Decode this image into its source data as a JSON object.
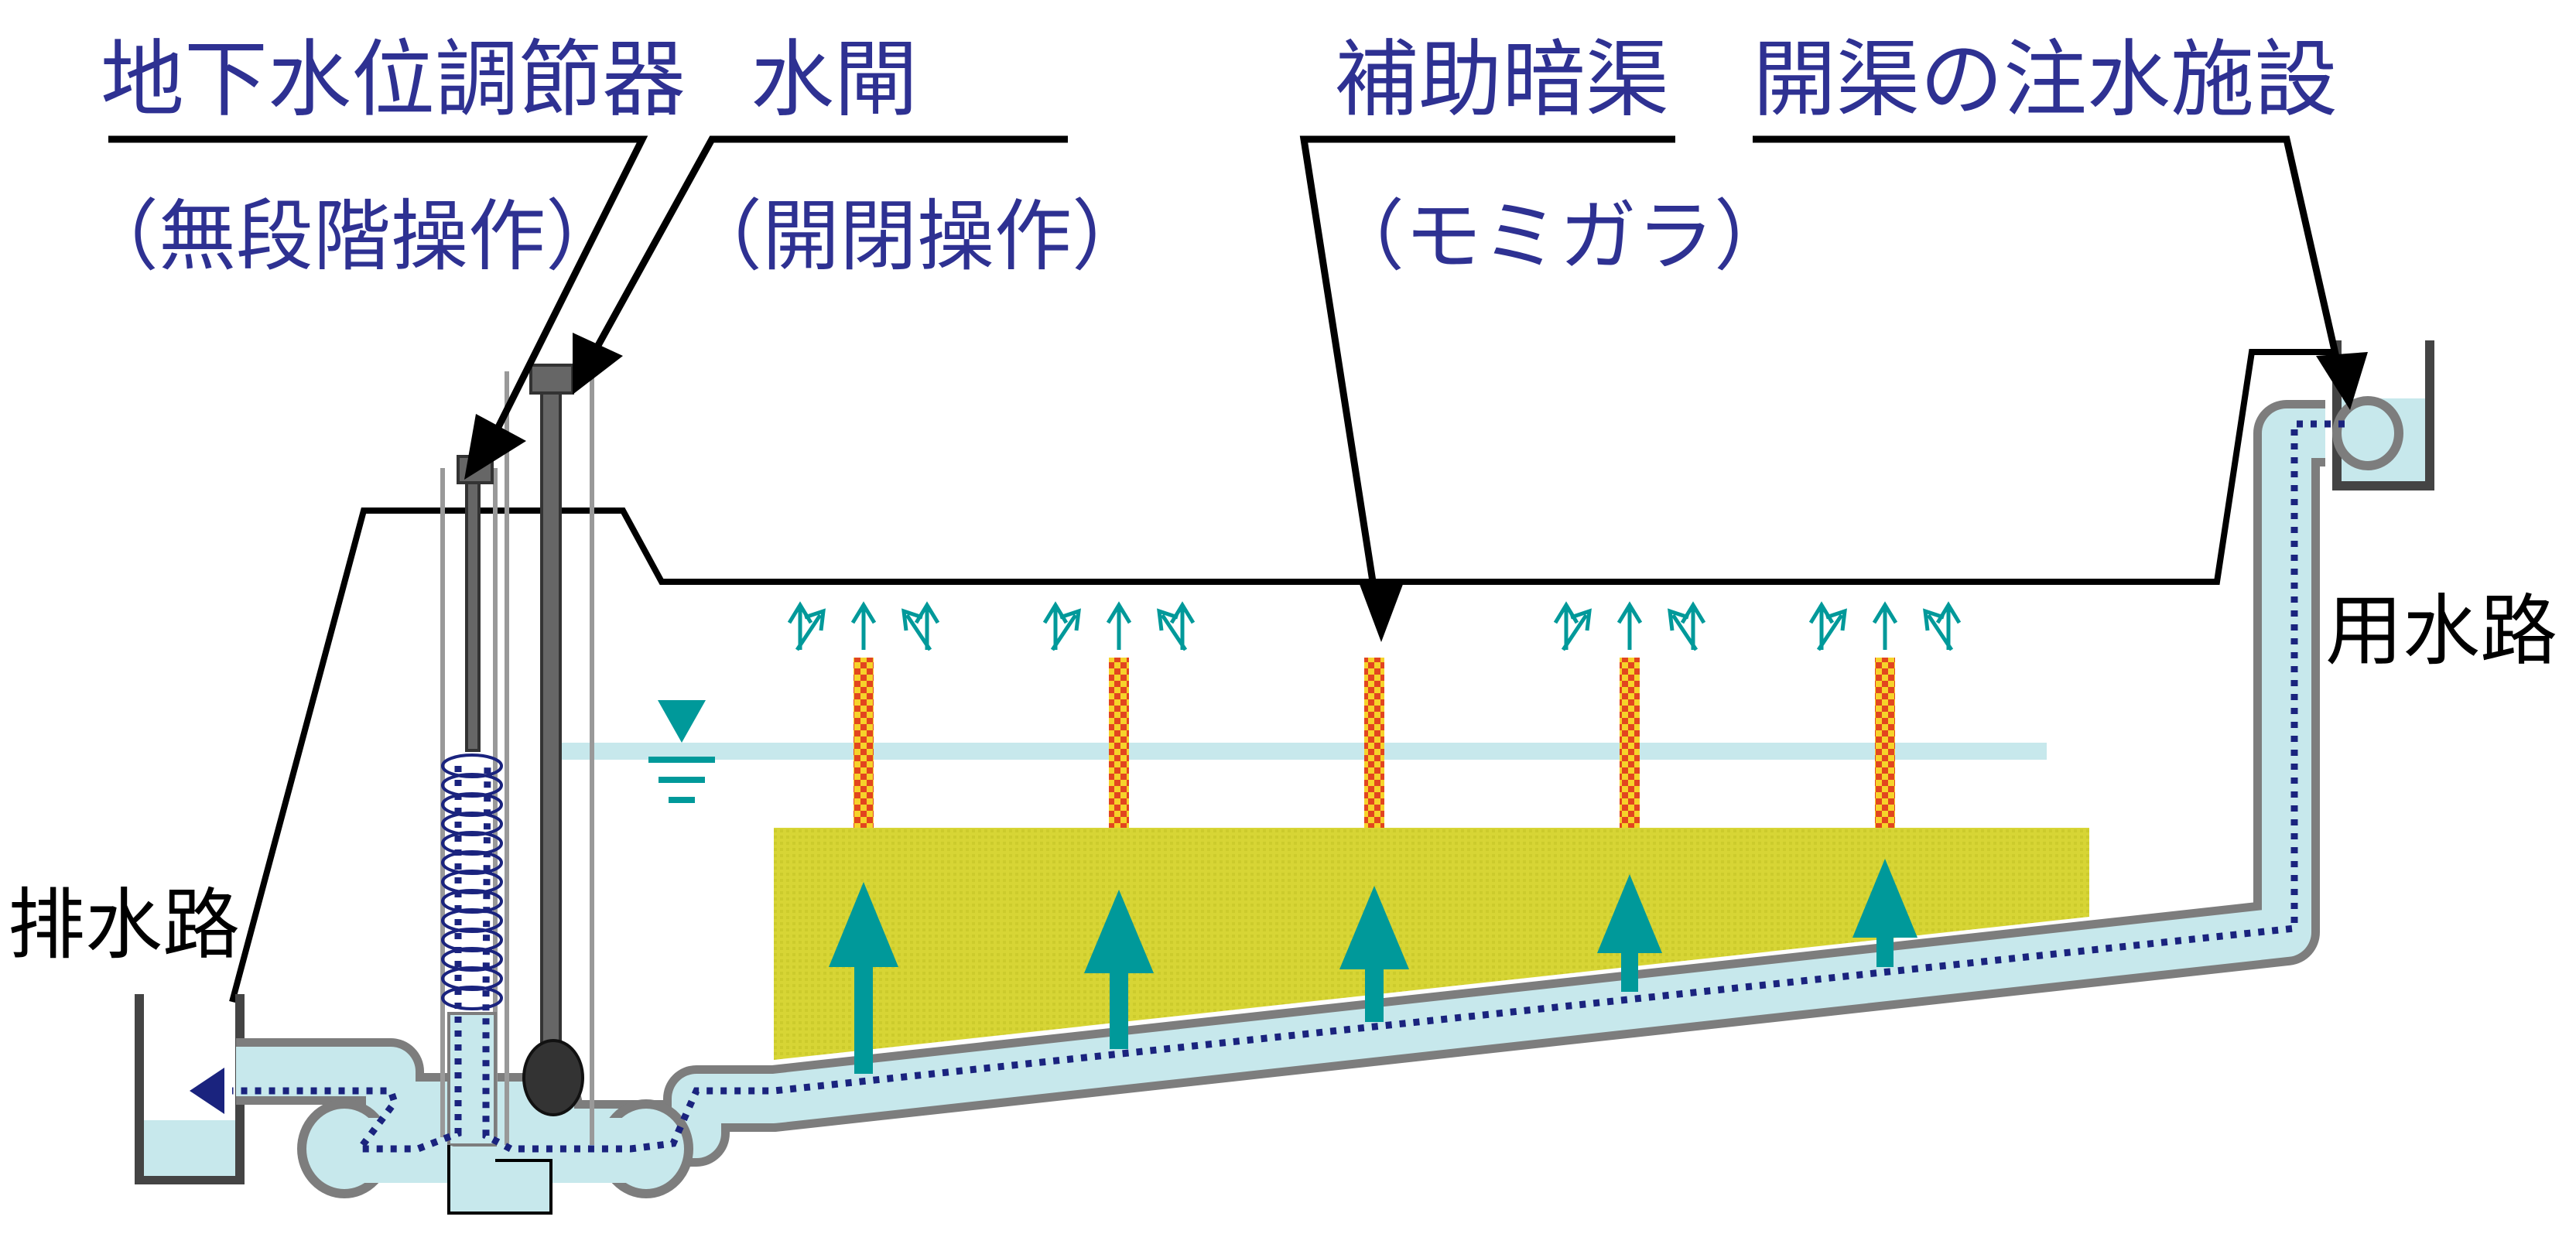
{
  "labels": {
    "gw_controller": "地下水位調節器",
    "gw_controller_note": "（無段階操作）",
    "sluice": "水閘",
    "sluice_note": "（開閉操作）",
    "aux_drain": "補助暗渠",
    "aux_drain_note": "（モミガラ）",
    "inlet": "開渠の注水施設",
    "irrigation_canal": "用水路",
    "drainage_canal": "排水路"
  },
  "icons": {
    "water_level": "water-level-icon",
    "up_arrow": "up-arrow-icon",
    "flow_arrow": "flow-arrow-icon"
  },
  "colors": {
    "label_blue": "#2e3192",
    "water": "#c7e8ec",
    "pipe_outline": "#7d7d7d",
    "soil_layer": "#d7d535",
    "arrow_teal": "#00999a",
    "rice_husk": "#f6d32a",
    "rice_husk_dots": "#e2451f",
    "flow_dots": "#1a237e"
  }
}
